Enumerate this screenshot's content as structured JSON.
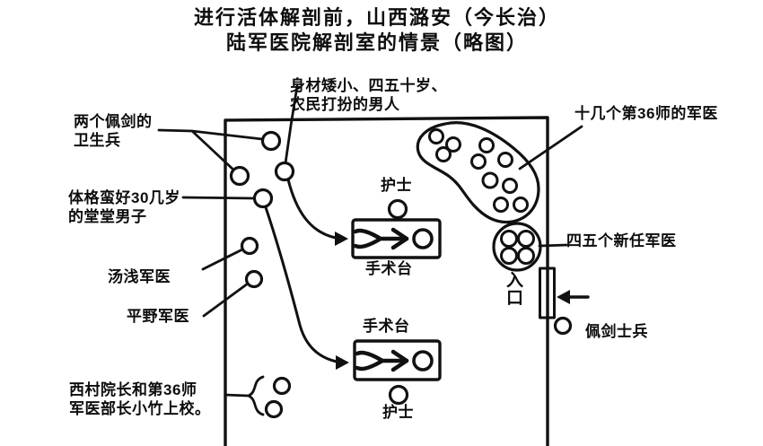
{
  "page": {
    "background": "#ffffff",
    "ink": "#111111"
  },
  "title": {
    "line1": "进行活体解剖前，山西潞安（今长治）",
    "line2": "陆军医院解剖室的情景（略图）"
  },
  "room": {
    "labels": {
      "farmer": "身材矮小、四五十岁、\n农民打扮的男人",
      "guards": "两个佩剑的\n卫生兵",
      "man30s": "体格蛮好30几岁\n的堂堂男子",
      "yuasa": "汤浅军医",
      "hirano": "平野军医",
      "nishimura": "西村院长和第36师\n军医部长小竹上校。",
      "doctors36": "十几个第36师的军医",
      "new_doctors": "四五个新任军医",
      "entrance": "入口",
      "soldier": "佩剑士兵",
      "nurse_top": "护士",
      "table_top": "手术台",
      "table_bottom": "手术台",
      "nurse_bottom": "护士"
    },
    "figure_counts": {
      "doctors_36th_group": 10,
      "new_doctors_group": 4,
      "sword_guards": 2,
      "nishimura_group": 2,
      "operating_tables": 2,
      "nurses": 2,
      "sword_soldier": 1
    },
    "icons": {
      "entrance_arrow": "left-arrow",
      "table_arrow_top": "right-arrow",
      "table_arrow_bottom": "right-arrow"
    }
  }
}
